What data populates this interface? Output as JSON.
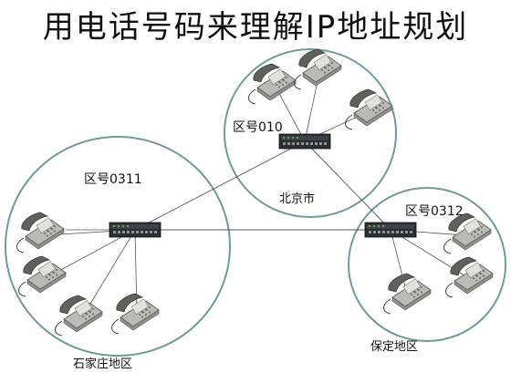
{
  "title": "用电话号码来理解IP地址规划",
  "regions": {
    "beijing": {
      "code_label": "区号010",
      "name": "北京市"
    },
    "shijiazhuang": {
      "code_label": "区号0311",
      "name": "石家庄地区"
    },
    "baoding": {
      "code_label": "区号0312",
      "name": "保定地区"
    }
  },
  "colors": {
    "circle_fill": "#ffffff",
    "circle_stroke": "#6f9a97",
    "line": "#555555",
    "switch_body": "#2a2e33",
    "phone_body": "#c9cbc4",
    "phone_dark": "#6a6c68"
  },
  "icons": {
    "switch": "network-switch-icon",
    "phone": "desk-telephone-icon"
  }
}
